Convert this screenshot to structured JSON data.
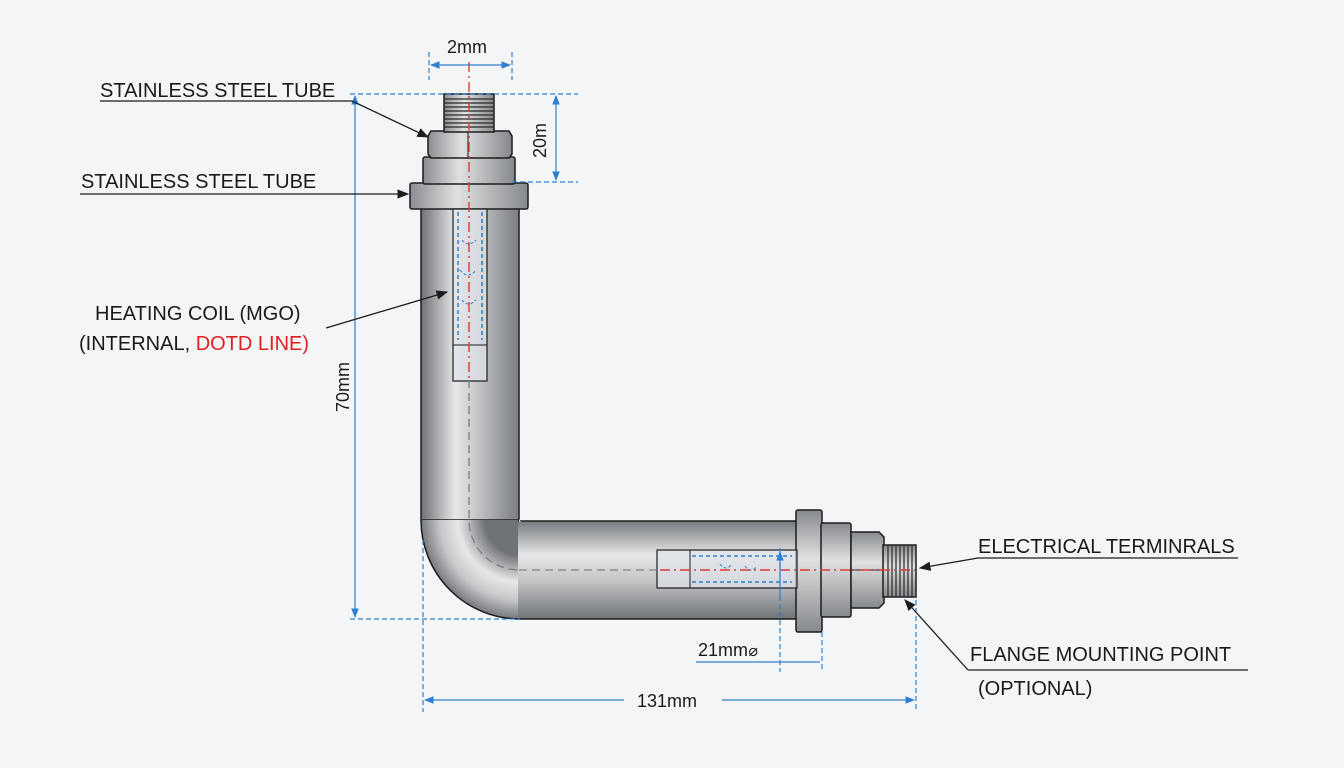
{
  "labels": {
    "tube_top": "STAINLESS STEEL TUBE",
    "tube_flange": "STAINLESS STEEL TUBE",
    "coil_line1": "HEATING COIL (MGO)",
    "coil_line2a": "(INTERNAL, ",
    "coil_line2b": "DOTD LINE)",
    "terminals": "ELECTRICAL TERMINRALS",
    "flange_line1": "FLANGE MOUNTING POINT",
    "flange_line2": "(OPTIONAL)"
  },
  "dimensions": {
    "top_width": "2mm",
    "top_height": "20m",
    "overall_height": "70mm",
    "diameter": "21mm",
    "diameter_symbol": "⌀",
    "overall_width": "131mm"
  },
  "colors": {
    "dimension_line": "#2f7fd0",
    "centerline": "#e03a3a",
    "steel_dark": "#7d8084",
    "steel_light": "#e9eaeb",
    "outline": "#1d1d1d",
    "accent_text": "#e02020"
  }
}
